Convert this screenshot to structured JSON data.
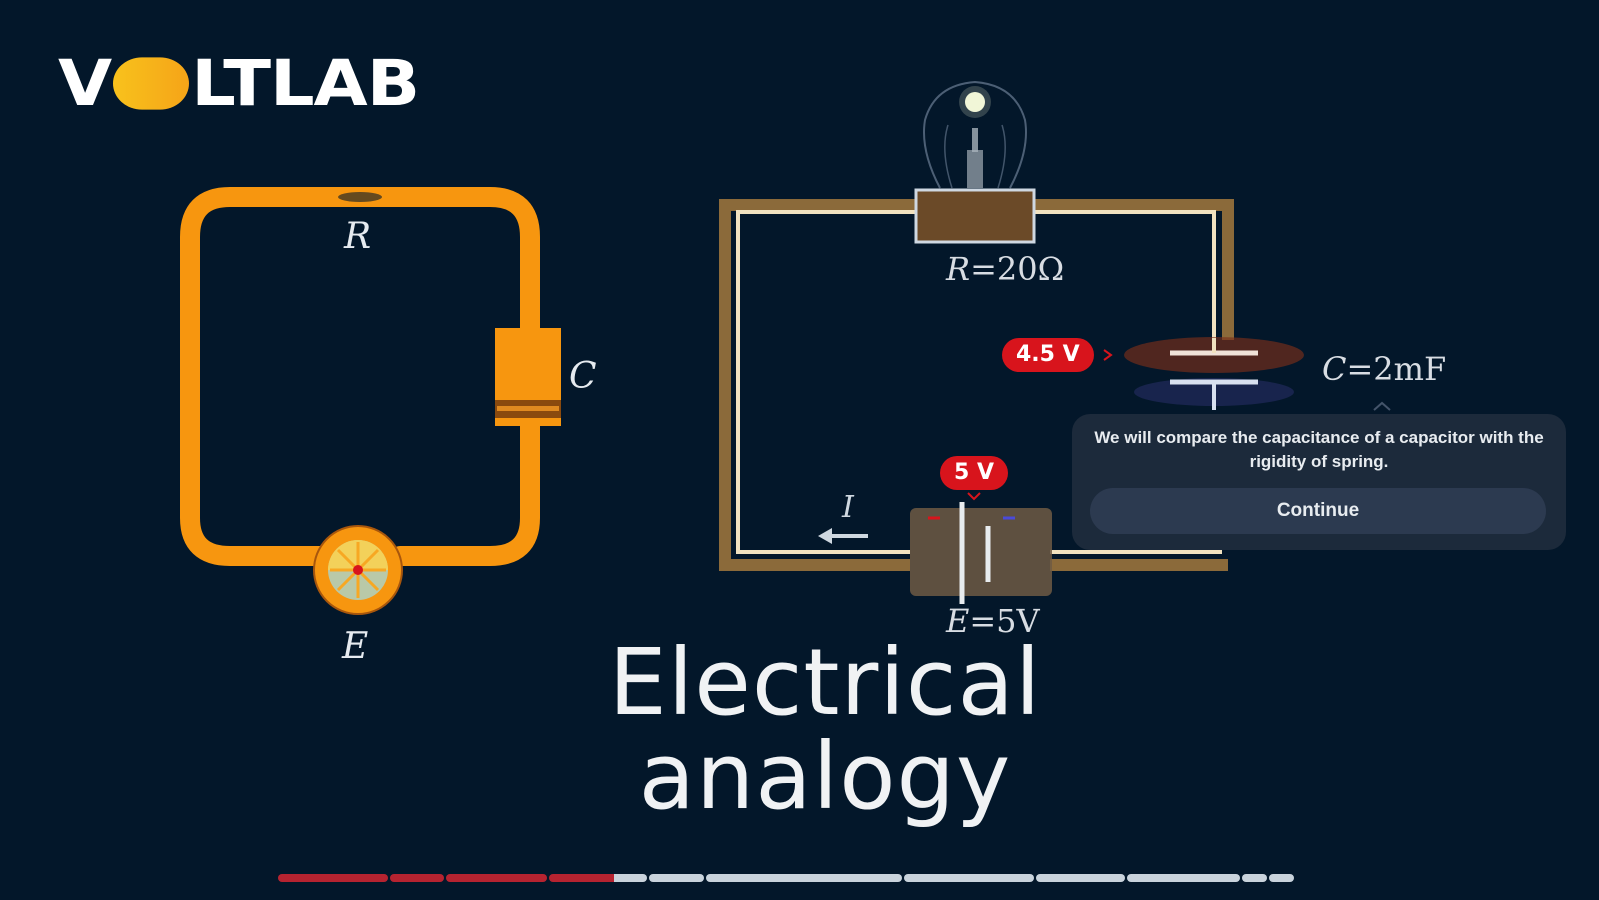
{
  "brand": {
    "logo_prefix": "V",
    "logo_suffix": "LTLAB",
    "accent_color": "#f8c21c"
  },
  "left_diagram": {
    "label_r": "R",
    "label_c": "C",
    "label_e": "E",
    "wire_color": "#f7960f"
  },
  "right_circuit": {
    "resistor_label": "R",
    "resistor_value": "=20Ω",
    "capacitor_label": "C",
    "capacitor_value": "=2mF",
    "source_label": "E",
    "source_value": "=5V",
    "current_label": "I",
    "capacitor_voltage_badge": "4.5 V",
    "source_voltage_badge": "5 V",
    "badge_color": "#d8141c"
  },
  "tooltip": {
    "text": "We will compare the capacitance of a capacitor with the rigidity of spring.",
    "button_label": "Continue"
  },
  "title": {
    "line1": "Electrical",
    "line2": "analogy"
  },
  "progress": {
    "completed_fraction": 0.33,
    "segment_count": 11,
    "done_color": "#b62330",
    "todo_color": "#c9d3dc"
  }
}
